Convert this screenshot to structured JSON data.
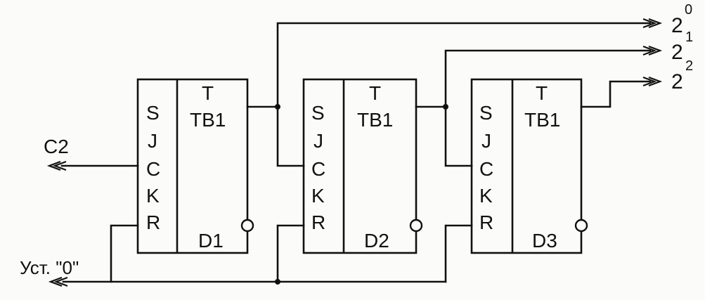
{
  "diagram": {
    "flipflops": [
      {
        "id": "D1",
        "pins": [
          "S",
          "J",
          "C",
          "K",
          "R"
        ],
        "type": "T",
        "model": "ТВ1",
        "label": "D1"
      },
      {
        "id": "D2",
        "pins": [
          "S",
          "J",
          "C",
          "K",
          "R"
        ],
        "type": "T",
        "model": "ТВ1",
        "label": "D2"
      },
      {
        "id": "D3",
        "pins": [
          "S",
          "J",
          "C",
          "K",
          "R"
        ],
        "type": "T",
        "model": "ТВ1",
        "label": "D3"
      }
    ],
    "outputs": [
      {
        "base": "2",
        "exp": "0"
      },
      {
        "base": "2",
        "exp": "1"
      },
      {
        "base": "2",
        "exp": "2"
      }
    ],
    "input_clock": "C2",
    "reset_label": "Уст. \"0\"",
    "colors": {
      "ink": "#111111",
      "paper": "#fbfbf9"
    }
  }
}
